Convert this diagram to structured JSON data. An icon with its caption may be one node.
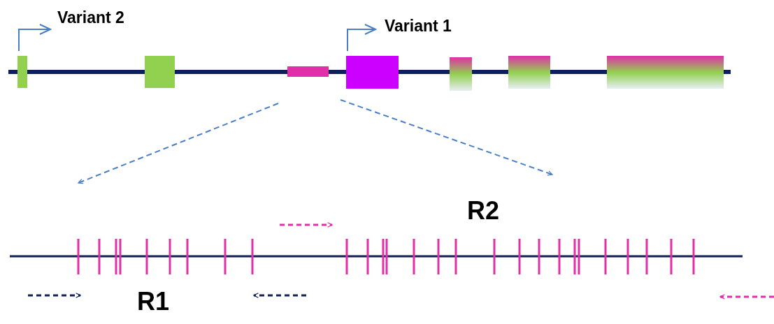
{
  "diagram": {
    "nodes": [
      {
        "text": [],
        "shape": "box"
      },
      {
        "text": [],
        "shape": "box"
      },
      {
        "text": [],
        "shape": "bar"
      },
      {
        "text": [],
        "shape": "box"
      },
      {
        "text": [],
        "shape": "box"
      },
      {
        "text": [],
        "shape": "box"
      },
      {
        "text": [],
        "shape": "box"
      }
    ],
    "edges": [
      {
        "from": 2,
        "to": null,
        "arrow": "to",
        "style": "dashed"
      },
      {
        "from": 2,
        "to": null,
        "arrow": "to",
        "style": "dashed"
      }
    ],
    "labels": [
      "Variant 2",
      "Variant 1",
      "R2",
      "R1"
    ]
  }
}
